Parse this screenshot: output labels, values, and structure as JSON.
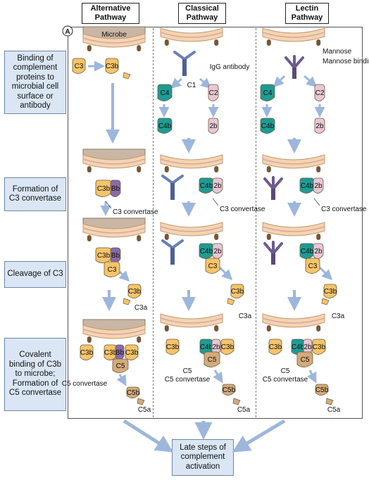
{
  "panel_letter": "A",
  "headers": {
    "alternative": "Alternative Pathway",
    "classical": "Classical Pathway",
    "lectin": "Lectin Pathway"
  },
  "stages": [
    "Binding of complement proteins to microbial cell surface or antibody",
    "Formation of C3 convertase",
    "Cleavage of C3",
    "Covalent binding of C3b to microbe; Formation of C5 convertase"
  ],
  "final": "Late steps of complement activation",
  "labels": {
    "microbe": "Microbe",
    "igg": "IgG antibody",
    "c1": "C1",
    "mannose": "Mannose",
    "mbl": "Mannose binding lectin",
    "c3": "C3",
    "c3b": "C3b",
    "c3a": "C3a",
    "bb": "Bb",
    "c4": "C4",
    "c4b": "C4b",
    "c2": "C2",
    "2b": "2b",
    "c5": "C5",
    "c5b": "C5b",
    "c5a": "C5a",
    "c3conv": "C3 convertase",
    "c5conv": "C5 convertase"
  },
  "colors": {
    "c3": "#f5c46a",
    "c4": "#1e9b93",
    "c2": "#e9c7d6",
    "bb": "#8a6aa8",
    "c5": "#d4aa7a",
    "membrane": "#f4d4b0",
    "microbe_alt": "#c9b6a4",
    "arrow": "#9db6dc",
    "stage_bg": "#dbe6f4"
  }
}
